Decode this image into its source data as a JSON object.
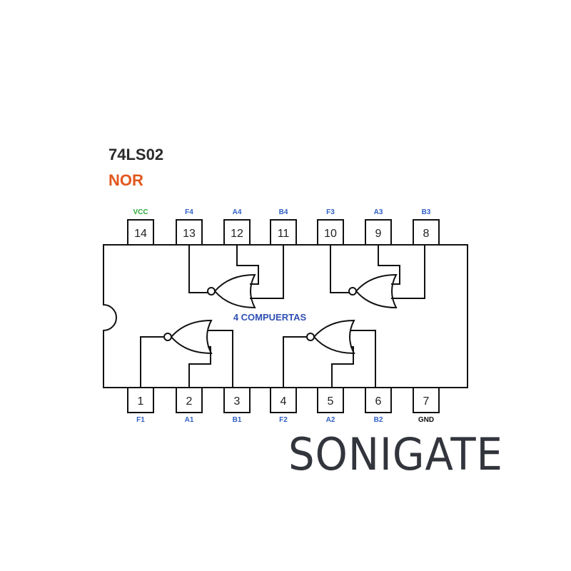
{
  "chip": {
    "title": "74LS02",
    "type": "NOR",
    "center_label": "4 COMPUERTAS"
  },
  "top_pins": [
    {
      "number": "14",
      "label": "VCC",
      "color": "#2fa83a"
    },
    {
      "number": "13",
      "label": "F4",
      "color": "#2f5fc4"
    },
    {
      "number": "12",
      "label": "A4",
      "color": "#2f5fc4"
    },
    {
      "number": "11",
      "label": "B4",
      "color": "#2f5fc4"
    },
    {
      "number": "10",
      "label": "F3",
      "color": "#2f5fc4"
    },
    {
      "number": "9",
      "label": "A3",
      "color": "#2f5fc4"
    },
    {
      "number": "8",
      "label": "B3",
      "color": "#2f5fc4"
    }
  ],
  "bottom_pins": [
    {
      "number": "1",
      "label": "F1",
      "color": "#2f5fc4"
    },
    {
      "number": "2",
      "label": "A1",
      "color": "#2f5fc4"
    },
    {
      "number": "3",
      "label": "B1",
      "color": "#2f5fc4"
    },
    {
      "number": "4",
      "label": "F2",
      "color": "#2f5fc4"
    },
    {
      "number": "5",
      "label": "A2",
      "color": "#2f5fc4"
    },
    {
      "number": "6",
      "label": "B2",
      "color": "#2f5fc4"
    },
    {
      "number": "7",
      "label": "GND",
      "color": "#111111"
    }
  ],
  "logo": "SONIGATE"
}
